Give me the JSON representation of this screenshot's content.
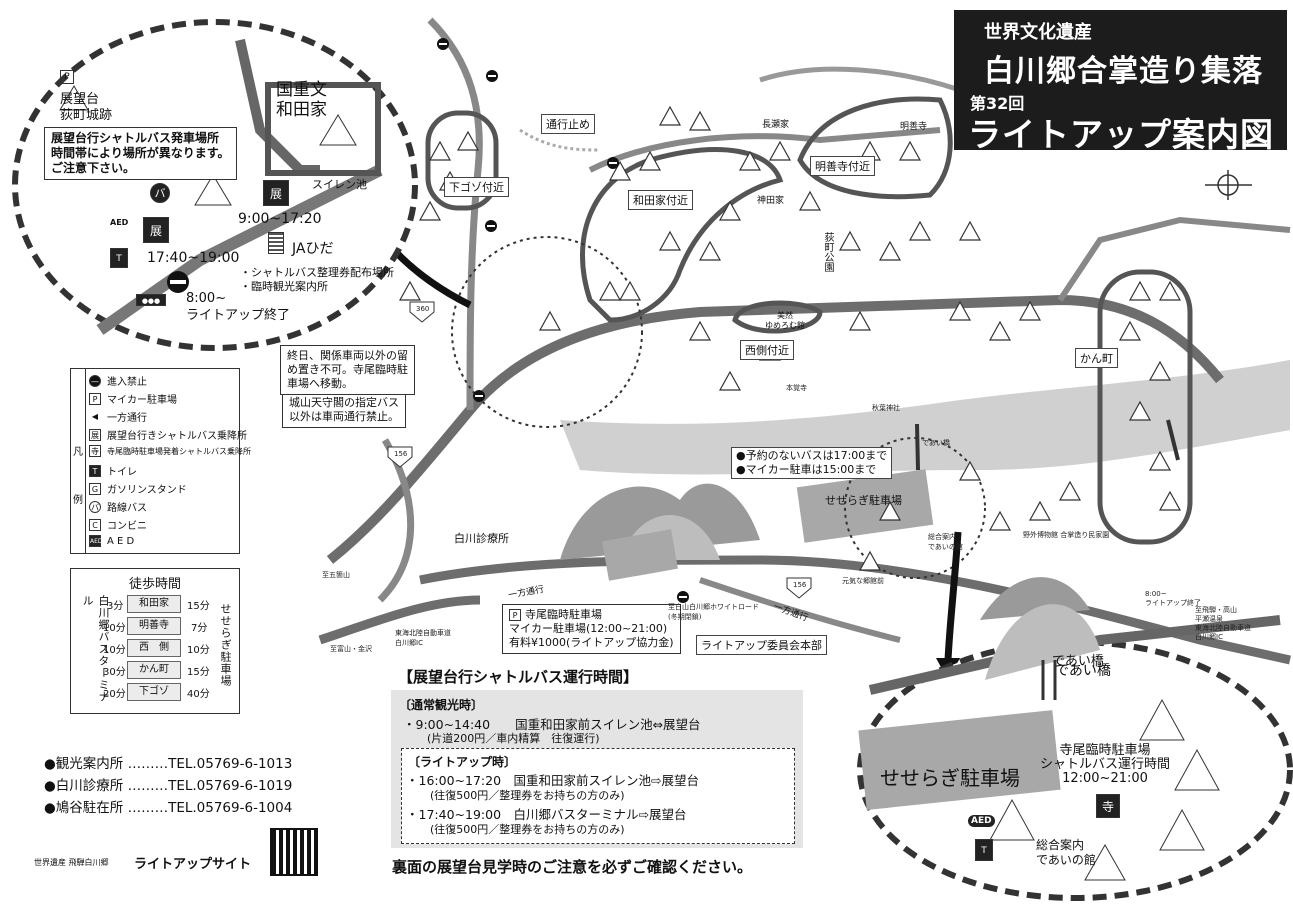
{
  "title": {
    "heritage": "世界文化遺産",
    "village": "白川郷合掌造り集落",
    "edition": "第32回",
    "main": "ライトアップ案内図"
  },
  "left_zoom": {
    "observatory": "展望台",
    "castle_ruins": "荻町城跡",
    "house": "国重文\n和田家",
    "pond": "スイレン池",
    "note": "展望台行シャトルバス発車場所\n時間帯により場所が異なります。\nご注意下さい。",
    "bus_time1": "9:00~17:20",
    "bus_time2": "17:40~19:00",
    "ja": "JAひだ",
    "ja_notes": [
      "・シャトルバス整理券配布場所",
      "・臨時観光案内所"
    ],
    "lightup_end": "8:00~\nライトアップ終了",
    "aed": "AED",
    "bus_icon": "バ"
  },
  "map_labels": {
    "tsukodome": "通行止め",
    "shimogozo": "下ゴゾ付近",
    "wadake": "和田家付近",
    "nagase": "長瀬家",
    "myozenji": "明善寺付近",
    "kandake": "神田家",
    "ogimachi": "荻町公園",
    "myozenji_temple": "明善寺",
    "yuri": "美然\nゆめろむ館",
    "nishi": "西側付近",
    "kanmachi": "かん町",
    "honkakuji": "本覚寺",
    "akiba": "秋葉神社",
    "deaibashi_small": "であい橋",
    "seseragi_small": "せせらぎ駐車場",
    "shirakawa_clinic": "白川診療所",
    "ippou1": "一方通行",
    "ippou2": "一方通行",
    "bus_note": [
      "●予約のないバスは17:00まで",
      "●マイカー駐車は15:00まで"
    ],
    "shiroyama": "城山天守閣の指定バス\n以外は車両通行禁止。",
    "closed": "終日、関係車両以外の留\nめ置き不可。寺尾臨時駐\n車場へ移動。",
    "teraoparking": "寺尾臨時駐車場",
    "mycar": "マイカー駐車場(12:00~21:00)",
    "fee": "有料¥1000(ライトアップ協力金)",
    "committee": "ライトアップ委員会本部",
    "deaibashi": "であい橋",
    "lightup_end_small": "8:00~\nライトアップ終了",
    "route360": "360",
    "route156a": "156",
    "route156b": "156",
    "road_name": "至白山白川郷ホワイトロード\n(冬期閉鎖)",
    "to_gokayama": "至五箇山",
    "to_takayama": "至飛騨・高山\n平瀬温泉\n東海北陸自動車道\n白川郷IC",
    "to_toyama": "至富山・金沢",
    "to_shirakawa_ic": "東海北陸自動車道\n白川郷IC",
    "sogo": "総合案内\nであいの館",
    "yagyu": "野外博物館 合掌造り民家園",
    "ganka": "元気な郷館前"
  },
  "legend": {
    "side_label": "凡\n例",
    "items": [
      {
        "icon": "no-entry",
        "label": "進入禁止"
      },
      {
        "icon": "P",
        "label": "マイカー駐車場"
      },
      {
        "icon": "arrow",
        "label": "一方通行"
      },
      {
        "icon": "展",
        "label": "展望台行きシャトルバス乗降所"
      },
      {
        "icon": "寺",
        "label": "寺尾臨時駐車場発着シャトルバス乗降所"
      },
      {
        "icon": "T",
        "label": "トイレ"
      },
      {
        "icon": "G",
        "label": "ガソリンスタンド"
      },
      {
        "icon": "バ",
        "label": "路線バス"
      },
      {
        "icon": "C",
        "label": "コンビニ"
      },
      {
        "icon": "AED",
        "label": "A E D"
      }
    ]
  },
  "walk_time": {
    "header": "徒歩時間",
    "left_vertical": "白川郷バスターミナル",
    "right_vertical": "せせらぎ駐車場",
    "rows": [
      {
        "left": "3分",
        "place": "和田家",
        "right": "15分"
      },
      {
        "left": "10分",
        "place": "明善寺",
        "right": "7分"
      },
      {
        "left": "10分",
        "place": "西　側",
        "right": "10分"
      },
      {
        "left": "30分",
        "place": "かん町",
        "right": "15分"
      },
      {
        "left": "20分",
        "place": "下ゴゾ",
        "right": "40分"
      }
    ]
  },
  "contacts": [
    {
      "name": "●観光案内所",
      "tel": "………TEL.05769-6-1013"
    },
    {
      "name": "●白川診療所",
      "tel": "………TEL.05769-6-1019"
    },
    {
      "name": "●鳩谷駐在所",
      "tel": "………TEL.05769-6-1004"
    }
  ],
  "site": {
    "small": "世界遺産 飛騨白川郷",
    "label": "ライトアップサイト"
  },
  "schedule": {
    "title": "【展望台行シャトルバス運行時間】",
    "normal_title": "〔通常観光時〕",
    "normal_line1": "・9:00~14:40　　国重和田家前スイレン池⇔展望台",
    "normal_line2": "(片道200円／車内精算　往復運行)",
    "lightup_title": "〔ライトアップ時〕",
    "lightup_line1": "・16:00~17:20　国重和田家前スイレン池⇨展望台",
    "lightup_line2": "(往復500円／整理券をお持ちの方のみ)",
    "lightup_line3": "・17:40~19:00　白川郷バスターミナル⇨展望台",
    "lightup_line4": "(往復500円／整理券をお持ちの方のみ)"
  },
  "notice": "裏面の展望台見学時のご注意を必ずご確認ください。",
  "right_zoom": {
    "bridge": "であい橋",
    "parking": "せせらぎ駐車場",
    "shuttle": "寺尾臨時駐車場\nシャトルバス運行時間\n12:00~21:00",
    "info": "総合案内\nであいの館",
    "aed": "AED"
  },
  "colors": {
    "road": "#777777",
    "route_line": "#555555",
    "title_bg": "#1c1c1c",
    "panel_bg": "#e4e4e4",
    "river": "#c9c9c9"
  }
}
